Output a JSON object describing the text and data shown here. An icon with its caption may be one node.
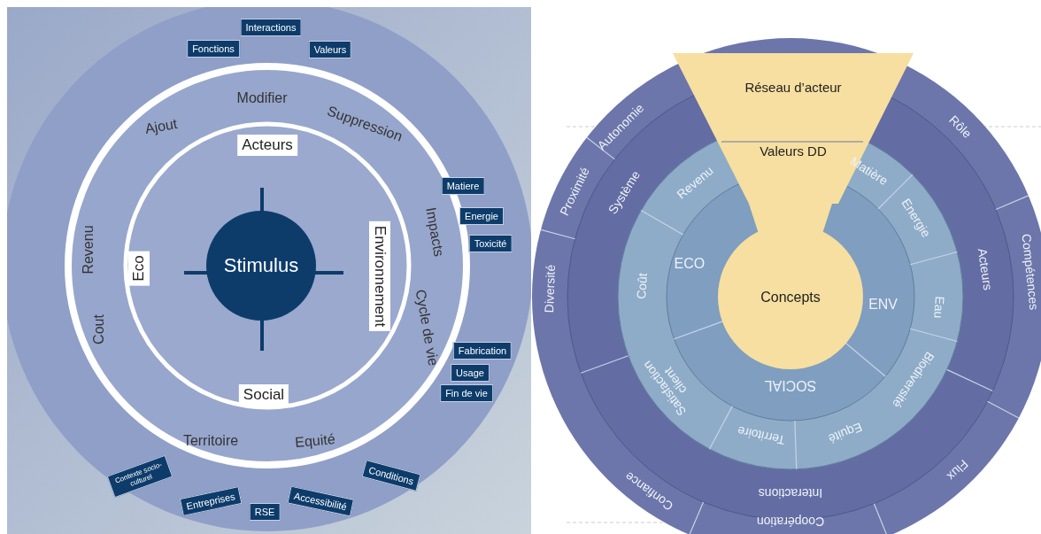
{
  "diagram": {
    "nodes": [
      {
        "text": [
          "Stimulus"
        ]
      },
      {
        "text": [
          "Acteurs"
        ]
      },
      {
        "text": [
          "Eco"
        ]
      },
      {
        "text": [
          "Environnement"
        ]
      },
      {
        "text": [
          "Social"
        ]
      },
      {
        "text": [
          "Interactions"
        ]
      },
      {
        "text": [
          "Fonctions"
        ]
      },
      {
        "text": [
          "Valeurs"
        ]
      },
      {
        "text": [
          "Matiere"
        ]
      },
      {
        "text": [
          "Energie"
        ]
      },
      {
        "text": [
          "Toxicité"
        ]
      },
      {
        "text": [
          "Fabrication"
        ]
      },
      {
        "text": [
          "Usage"
        ]
      },
      {
        "text": [
          "Fin de vie"
        ]
      },
      {
        "text": [
          "Contexte socio-culturel"
        ]
      },
      {
        "text": [
          "Entreprises"
        ]
      },
      {
        "text": [
          "RSE"
        ]
      },
      {
        "text": [
          "Accessibilité"
        ]
      },
      {
        "text": [
          "Conditions"
        ]
      },
      {
        "text": [
          "Réseau d’acteur",
          "Valeurs DD"
        ]
      },
      {
        "text": [
          "Concepts"
        ]
      }
    ],
    "labels": [
      "Modifier",
      "Ajout",
      "Suppression",
      "Revenu",
      "Impacts",
      "Cout",
      "Cycle de vie",
      "Territoire",
      "Equité",
      "Autonomie",
      "Rôle",
      "Système",
      "Revenu",
      "Matière",
      "Energie",
      "Proximité",
      "ECO",
      "ENV",
      "Coût",
      "Acteurs",
      "Compétences",
      "Eau",
      "Diversité",
      "Satisfaction client",
      "Biodiversité",
      "SOCIAL",
      "Territoire",
      "Equité",
      "Flux",
      "Confiance",
      "Interactions",
      "Coopération"
    ]
  }
}
